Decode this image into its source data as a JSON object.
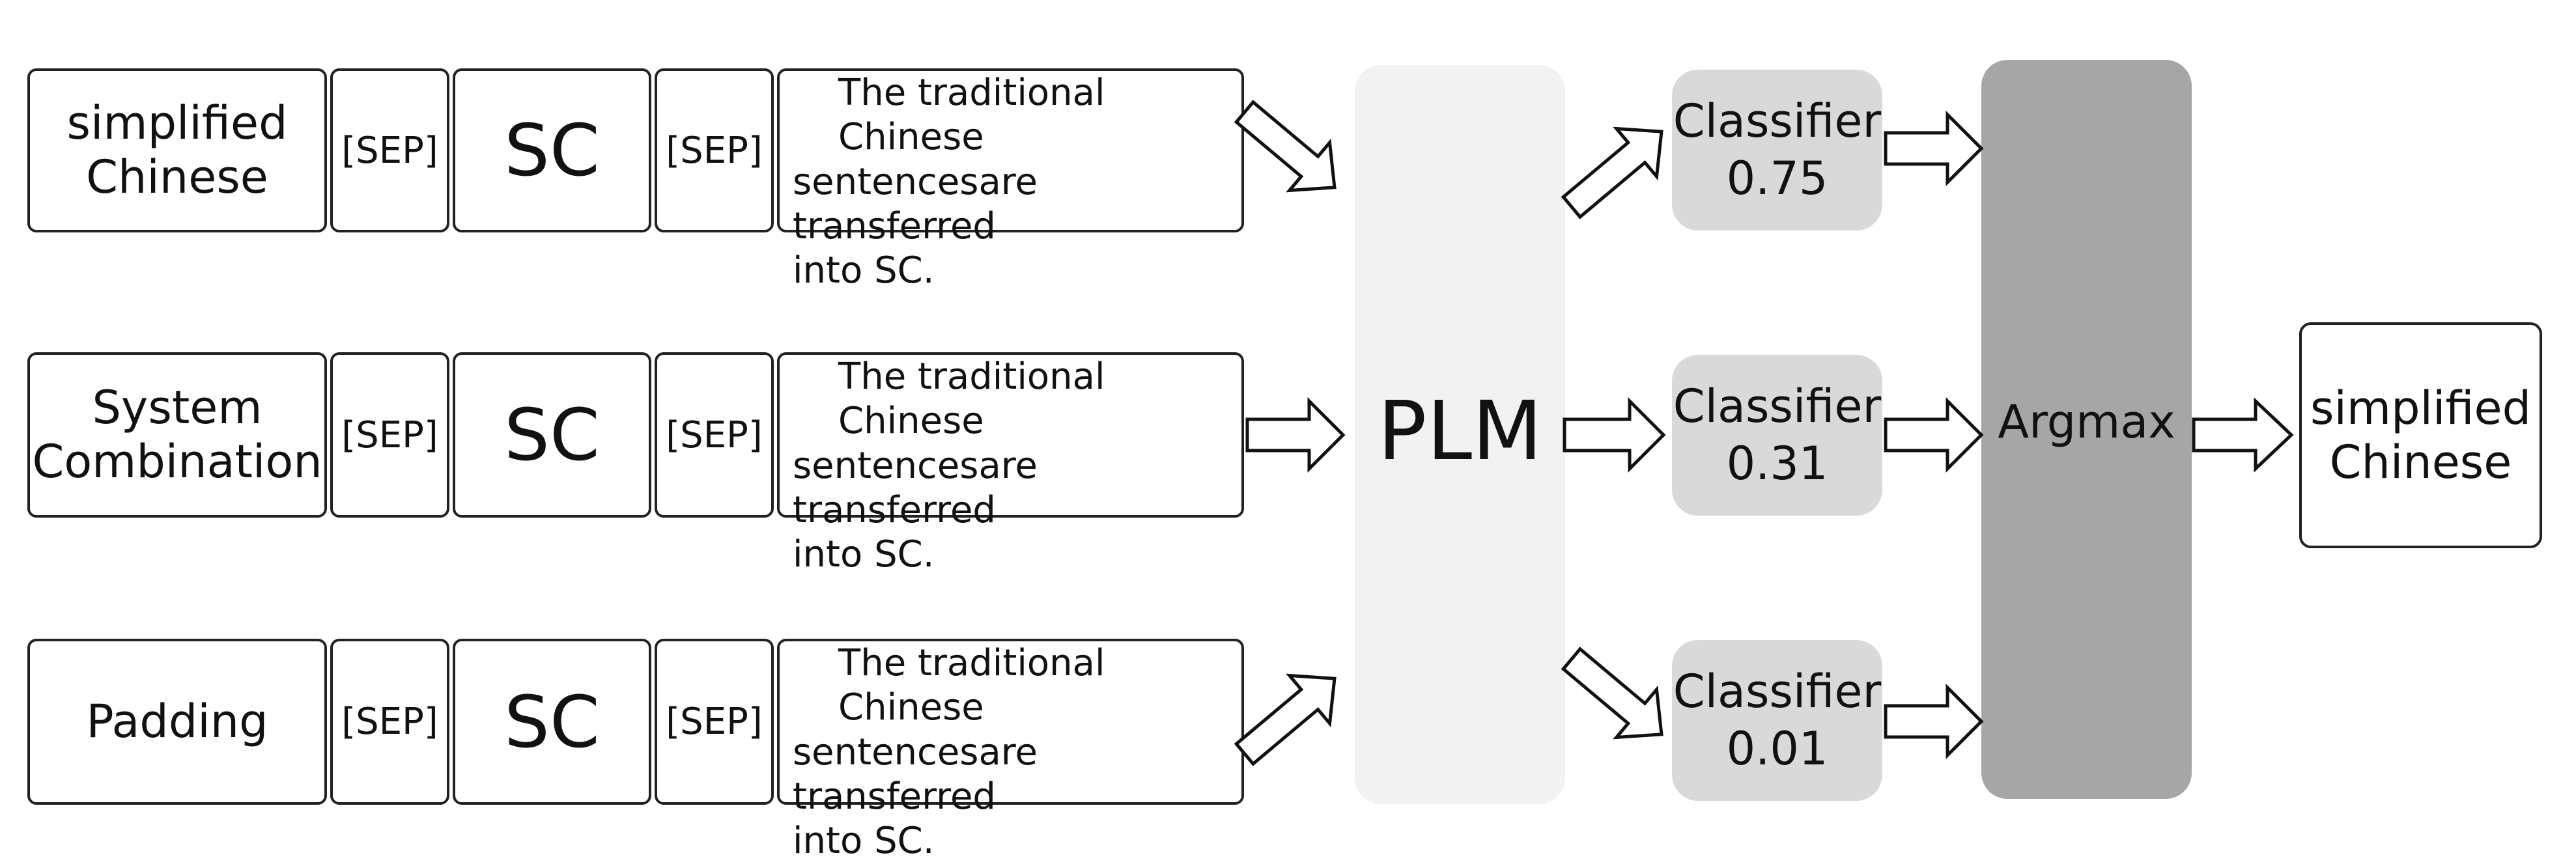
{
  "rows": [
    {
      "label_line1": "simplified",
      "label_line2": "Chinese",
      "sep1": "[SEP]",
      "sc": "SC",
      "sep2": "[SEP]",
      "text_line1": "The traditional Chinese",
      "text_line2": "sentencesare transferred",
      "text_line3": "into SC."
    },
    {
      "label_line1": "System",
      "label_line2": "Combination",
      "sep1": "[SEP]",
      "sc": "SC",
      "sep2": "[SEP]",
      "text_line1": "The traditional Chinese",
      "text_line2": "sentencesare transferred",
      "text_line3": "into SC."
    },
    {
      "label_line1": "Padding",
      "label_line2": "",
      "sep1": "[SEP]",
      "sc": "SC",
      "sep2": "[SEP]",
      "text_line1": "The traditional Chinese",
      "text_line2": "sentencesare transferred",
      "text_line3": "into SC."
    }
  ],
  "plm": {
    "label": "PLM"
  },
  "classifiers": [
    {
      "label": "Classifier",
      "score": "0.75"
    },
    {
      "label": "Classifier",
      "score": "0.31"
    },
    {
      "label": "Classifier",
      "score": "0.01"
    }
  ],
  "argmax": {
    "label": "Argmax"
  },
  "output": {
    "line1": "simplified",
    "line2": "Chinese"
  },
  "colors": {
    "plm_fill": "#f2f2f2",
    "classifier_fill": "#d9d9d9",
    "argmax_fill": "#a6a6a6",
    "border": "#222222"
  }
}
